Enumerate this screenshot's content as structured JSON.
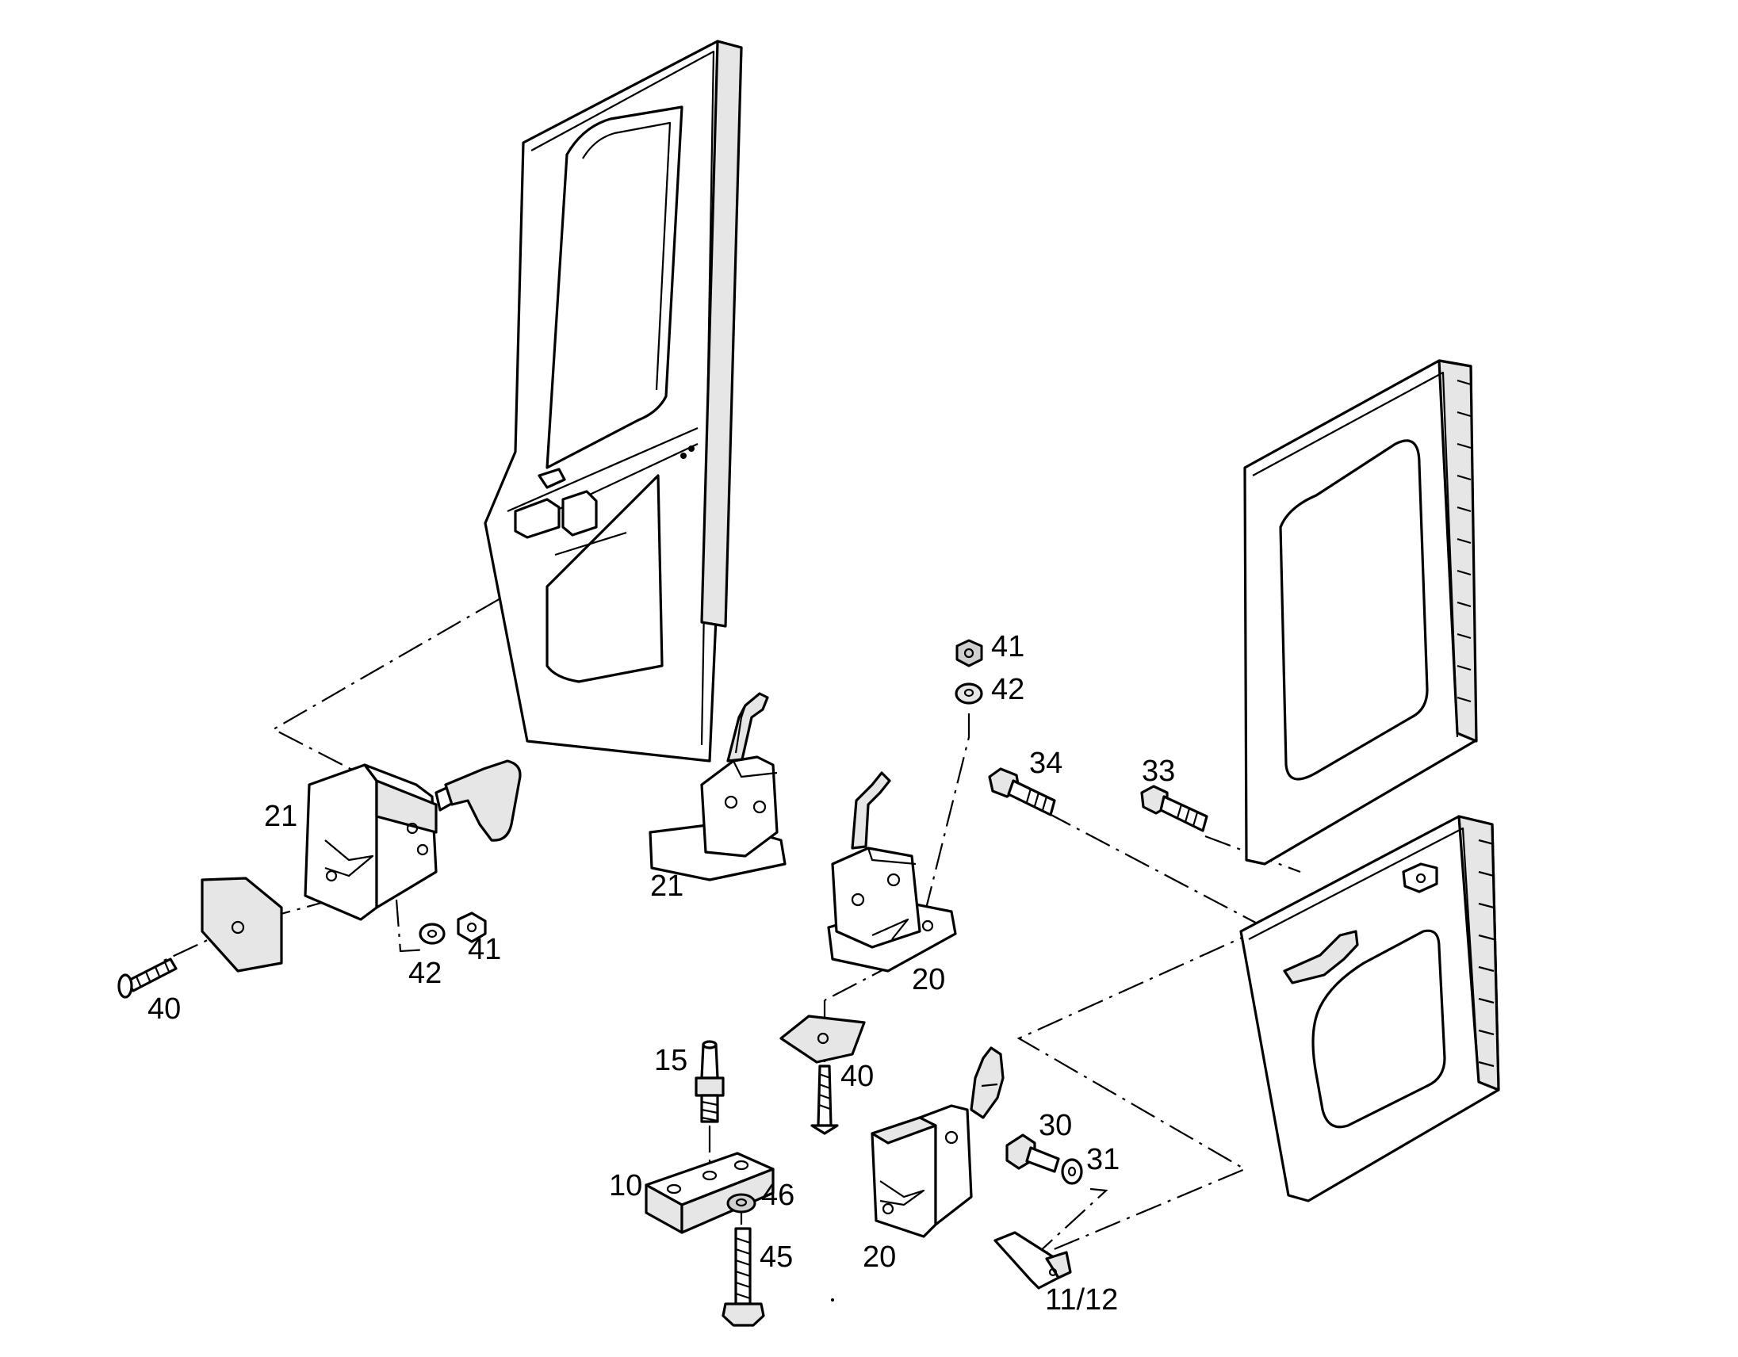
{
  "diagram": {
    "callouts": {
      "c21_left": "21",
      "c40_left": "40",
      "c42_left": "42",
      "c41_left": "41",
      "c21_mid": "21",
      "c41_top": "41",
      "c42_top": "42",
      "c20_mid": "20",
      "c34": "34",
      "c33": "33",
      "c15": "15",
      "c40_mid": "40",
      "c10": "10",
      "c46": "46",
      "c45": "45",
      "c20_bottom": "20",
      "c30": "30",
      "c31": "31",
      "c11_12": "11/12"
    }
  }
}
